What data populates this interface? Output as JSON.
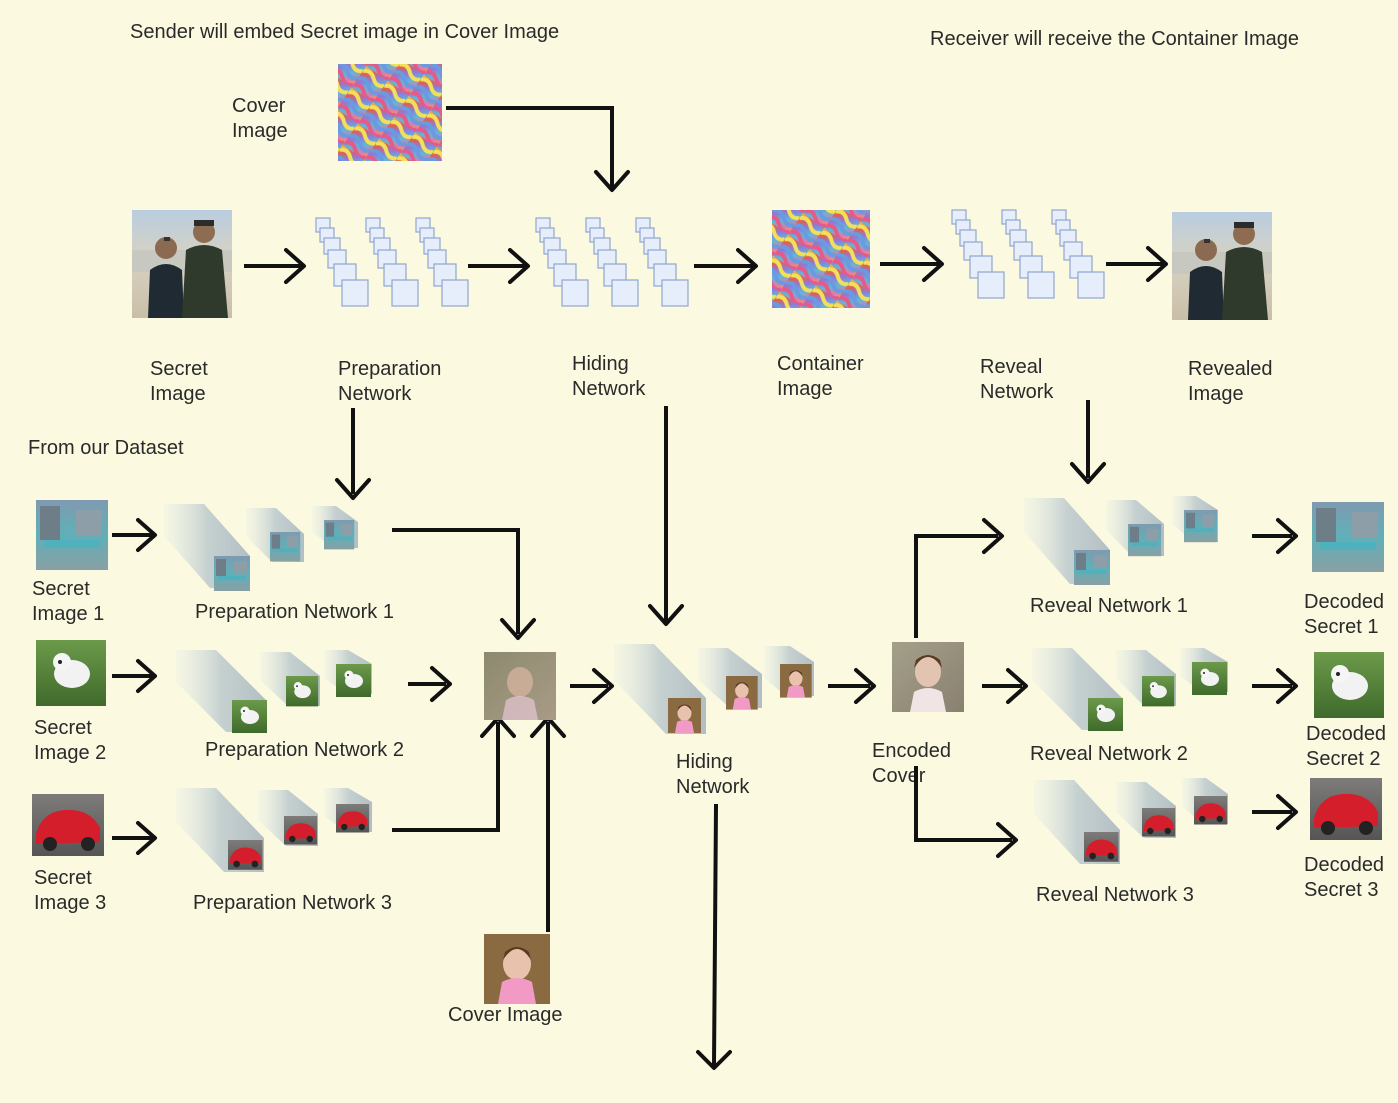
{
  "headers": {
    "sender": "Sender will embed Secret image in  Cover Image",
    "receiver": "Receiver will receive the Container Image",
    "dataset": "From our Dataset"
  },
  "top_row": {
    "cover_image": [
      "Cover",
      "Image"
    ],
    "secret_image": [
      "Secret",
      "Image"
    ],
    "preparation_network": [
      "Preparation",
      "Network"
    ],
    "hiding_network": [
      "Hiding",
      "Network"
    ],
    "container_image": [
      "Container",
      "Image"
    ],
    "reveal_network": [
      "Reveal",
      "Network"
    ],
    "revealed_image": [
      "Revealed",
      "Image"
    ]
  },
  "multi": {
    "secrets": [
      [
        "Secret",
        "Image 1"
      ],
      [
        "Secret",
        "Image 2"
      ],
      [
        "Secret",
        "Image 3"
      ]
    ],
    "prep_networks": [
      "Preparation Network 1",
      "Preparation Network 2",
      "Preparation Network 3"
    ],
    "cover_image": "Cover Image",
    "hiding_network": [
      "Hiding",
      "Network"
    ],
    "encoded_cover": [
      "Encoded",
      "Cover"
    ],
    "reveal_networks": [
      "Reveal Network 1",
      "Reveal Network 2",
      "Reveal Network 3"
    ],
    "decoded": [
      [
        "Decoded",
        "Secret 1"
      ],
      [
        "Decoded",
        "Secret 2"
      ],
      [
        "Decoded",
        "Secret 3"
      ]
    ]
  },
  "colors": {
    "background": "#fbfae0",
    "arrow": "#111111",
    "cube_fill": "#e7eefb",
    "cube_stroke": "#8fa6cf"
  }
}
